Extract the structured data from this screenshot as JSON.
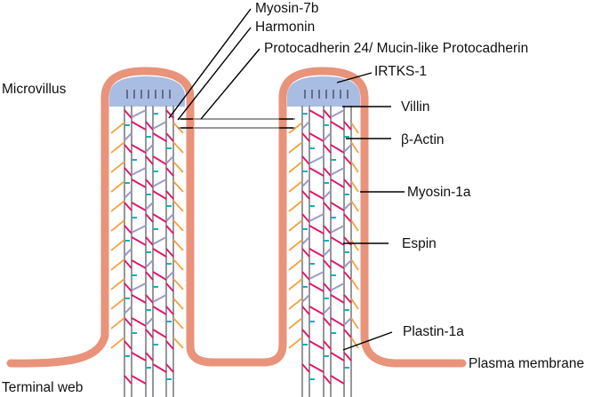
{
  "colors": {
    "membrane": "#e8937a",
    "cap": "#a9bde3",
    "actin": "#7c7c82",
    "villin": "#e0196c",
    "espin": "#19aeb6",
    "plastin": "#9a9ac8",
    "myosin1a": "#f3a23f",
    "pointer": "#000000",
    "link": "#777777"
  },
  "labels": {
    "microvillus": "Microvillus",
    "terminal_web": "Terminal web",
    "plasma_membrane": "Plasma membrane",
    "myosin7b": "Myosin-7b",
    "harmonin": "Harmonin",
    "protocadherin": "Protocadherin 24/ Mucin-like Protocadherin",
    "irtks1": "IRTKS-1",
    "villin": "Villin",
    "beta_actin": "β-Actin",
    "myosin1a": "Myosin-1a",
    "espin": "Espin",
    "plastin1a": "Plastin-1a"
  }
}
